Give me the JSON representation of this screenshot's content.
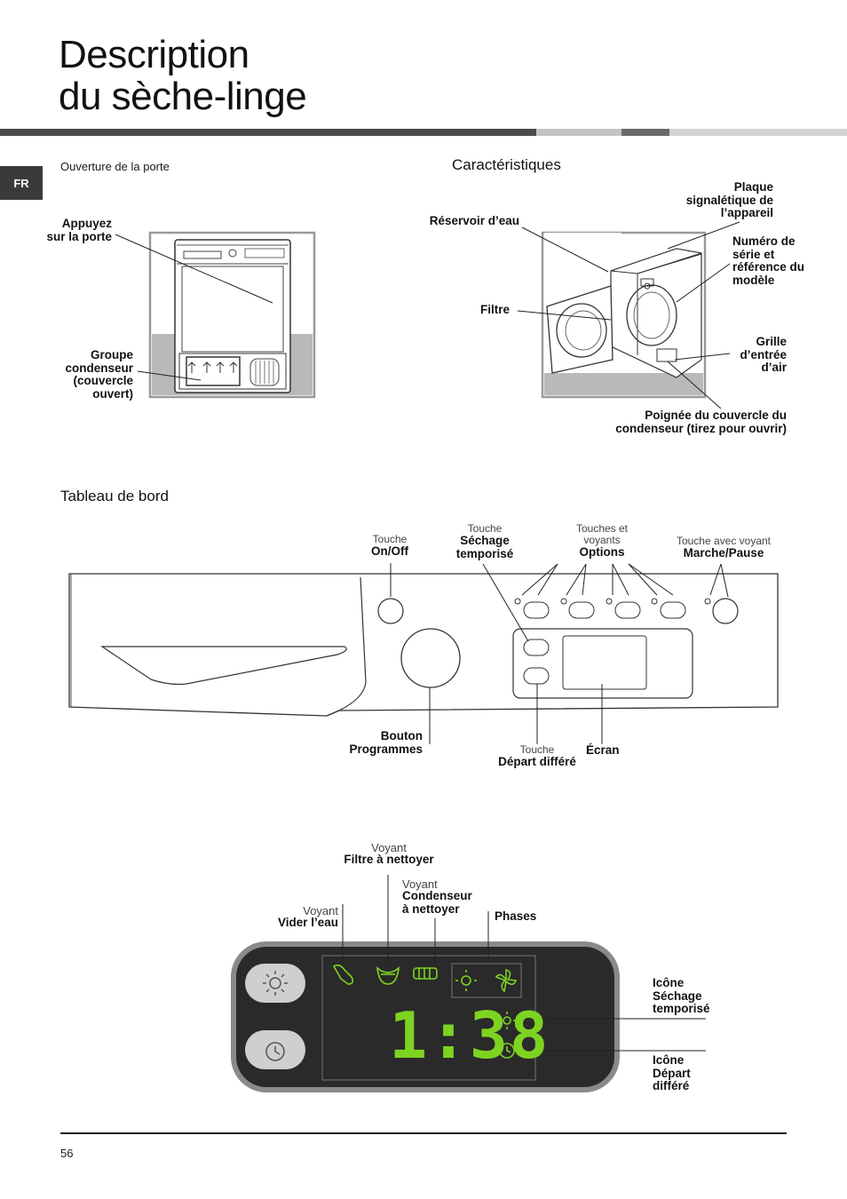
{
  "page": {
    "title_line1": "Description",
    "title_line2": "du sèche-linge",
    "lang_tab": "FR",
    "page_number": "56"
  },
  "door_section": {
    "heading": "Ouverture de la porte",
    "label_press_line1": "Appuyez",
    "label_press_line2": "sur la porte",
    "label_condenser_line1": "Groupe",
    "label_condenser_line2": "condenseur",
    "label_condenser_line3": "(couvercle",
    "label_condenser_line4": "ouvert)"
  },
  "features_section": {
    "heading": "Caractéristiques",
    "reservoir": "Réservoir d’eau",
    "plate_line1": "Plaque",
    "plate_line2": "signalétique de",
    "plate_line3": "l’appareil",
    "serial_line1": "Numéro de",
    "serial_line2": "série et",
    "serial_line3": "référence du",
    "serial_line4": "modèle",
    "filter": "Filtre",
    "grille_line1": "Grille",
    "grille_line2": "d’entrée",
    "grille_line3": "d’air",
    "handle_line1": "Poignée du couvercle du",
    "handle_line2": "condenseur (tirez pour ouvrir)"
  },
  "control_panel": {
    "heading": "Tableau de bord",
    "onoff_small": "Touche",
    "onoff_bold": "On/Off",
    "timed_small": "Touche",
    "timed_bold1": "Séchage",
    "timed_bold2": "temporisé",
    "options_small1": "Touches et",
    "options_small2": "voyants",
    "options_bold": "Options",
    "start_small": "Touche avec voyant",
    "start_bold": "Marche/Pause",
    "prog_line1": "Bouton",
    "prog_line2": "Programmes",
    "delay_small": "Touche",
    "delay_bold": "Départ différé",
    "screen": "Écran"
  },
  "display": {
    "filter_small": "Voyant",
    "filter_bold": "Filtre à nettoyer",
    "condenser_small": "Voyant",
    "condenser_bold1": "Condenseur",
    "condenser_bold2": "à nettoyer",
    "water_small": "Voyant",
    "water_bold": "Vider l’eau",
    "phases": "Phases",
    "timed_icon_line1": "Icône",
    "timed_icon_line2": "Séchage",
    "timed_icon_line3": "temporisé",
    "delay_icon_line1": "Icône",
    "delay_icon_line2": "Départ",
    "delay_icon_line3": "différé",
    "time": "1:38",
    "lcd_color": "#7ed321"
  },
  "colors": {
    "bar_dark": "#4a4a4a",
    "bar_light": "#c4c4c4",
    "panel_dark": "#2a2a2a",
    "photo_grey": "#b9b9b9"
  }
}
